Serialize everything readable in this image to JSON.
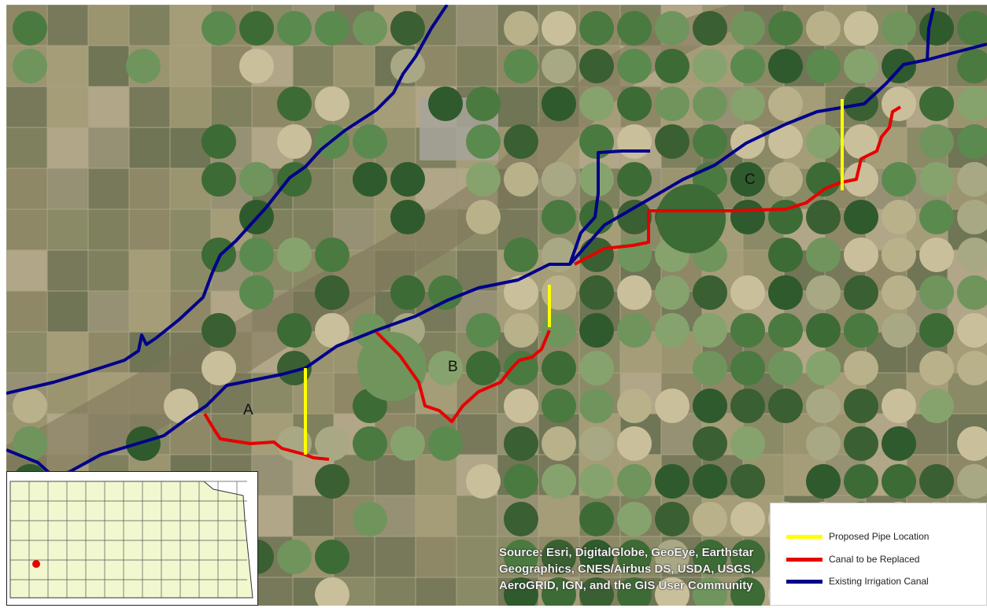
{
  "map": {
    "labels": {
      "a": "A",
      "b": "B",
      "c": "C"
    },
    "attribution": "Source: Esri, DigitalGlobe, GeoEye, Earthstar Geographics, CNES/Airbus DS, USDA, USGS, AeroGRID, IGN, and the GIS User Community"
  },
  "legend": {
    "items": [
      {
        "label": "Proposed Pipe Location",
        "color": "#ffff00"
      },
      {
        "label": "Canal to be Replaced",
        "color": "#e60000"
      },
      {
        "label": "Existing Irrigation Canal",
        "color": "#00008b"
      }
    ]
  },
  "inset": {
    "region_fill": "#f1f7cf",
    "marker_color": "#e60000"
  }
}
